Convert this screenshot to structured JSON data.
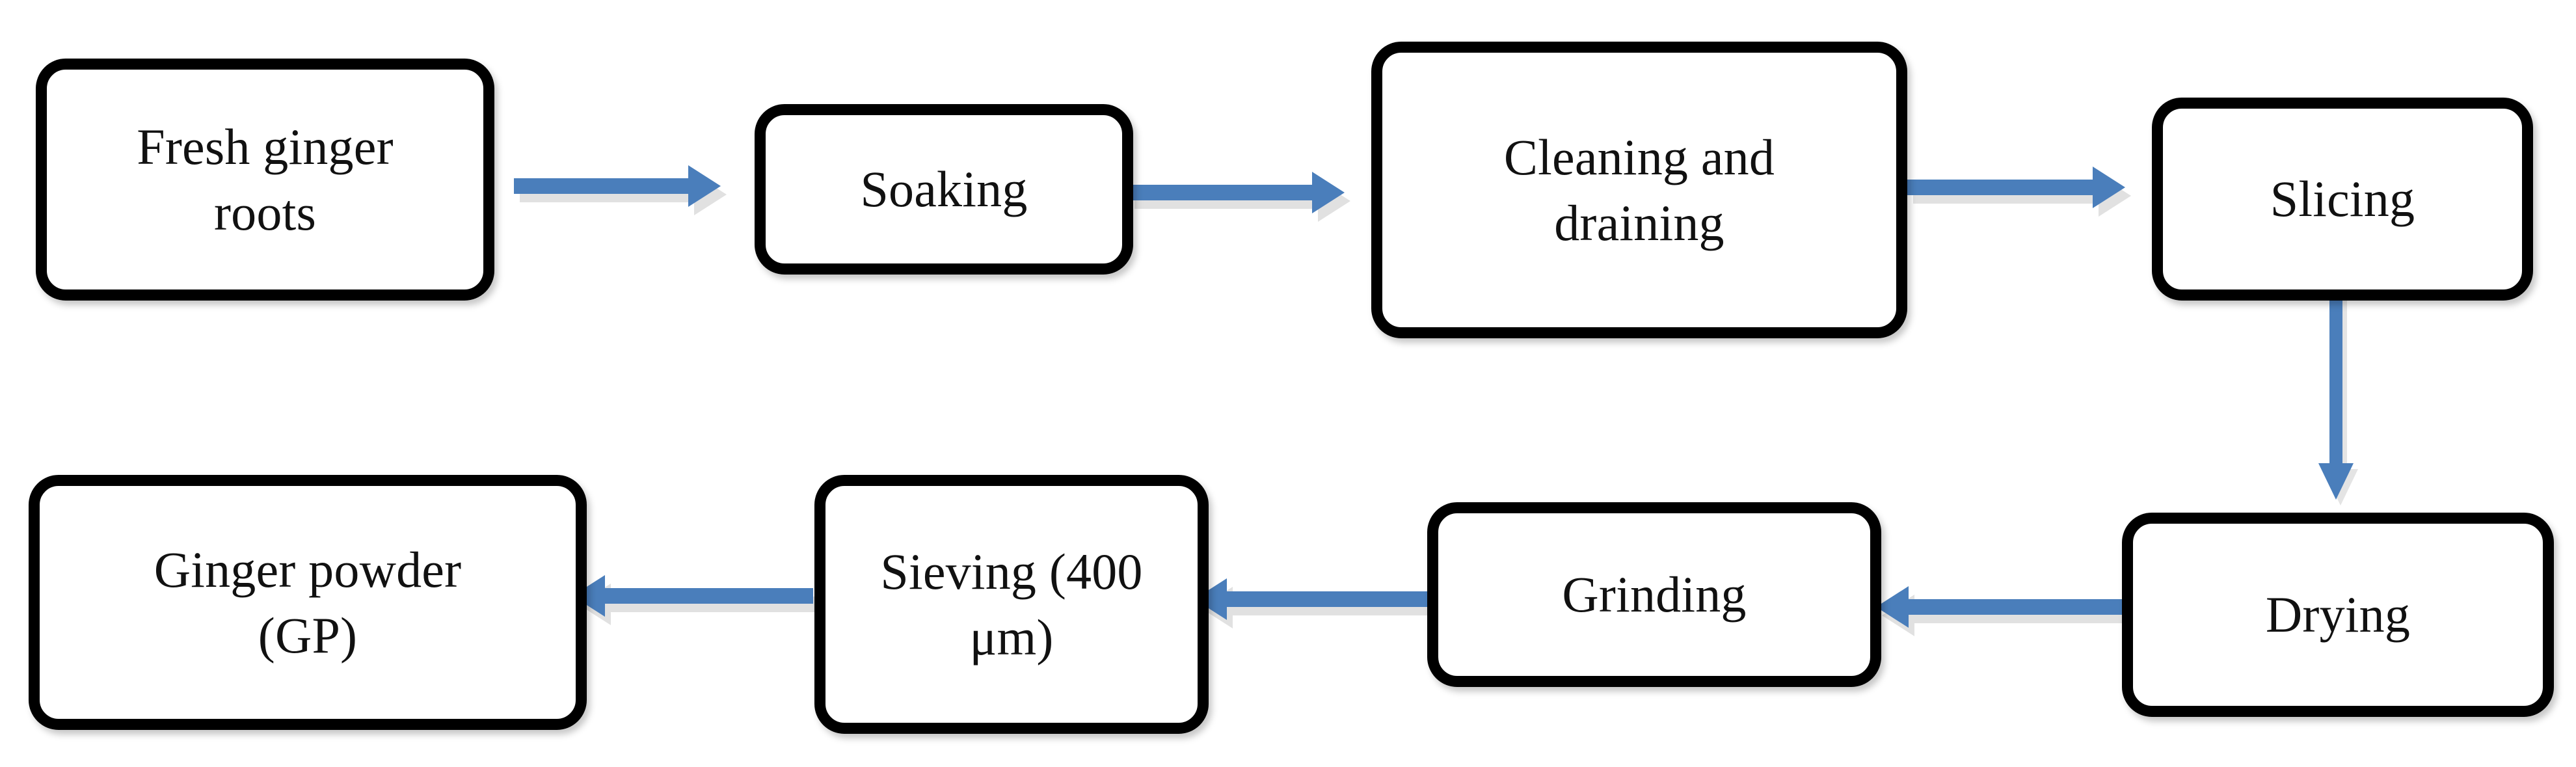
{
  "diagram": {
    "title": "Ginger powder production process flow",
    "background_color": "#ffffff",
    "node_border_color": "#000000",
    "node_fill_color": "#ffffff",
    "arrow_color": "#4A7EBB",
    "arrow_shadow_color": "#C9C9C9",
    "text_color": "#111111"
  },
  "nodes": [
    {
      "id": "fresh-ginger-roots",
      "label": "Fresh ginger\nroots",
      "line1": "Fresh ginger",
      "line2": "roots"
    },
    {
      "id": "soaking",
      "label": "Soaking",
      "line1": "Soaking",
      "line2": ""
    },
    {
      "id": "cleaning-and-draining",
      "label": "Cleaning and\ndraining",
      "line1": "Cleaning and",
      "line2": "draining"
    },
    {
      "id": "slicing",
      "label": "Slicing",
      "line1": "Slicing",
      "line2": ""
    },
    {
      "id": "drying",
      "label": "Drying",
      "line1": "Drying",
      "line2": ""
    },
    {
      "id": "grinding",
      "label": "Grinding",
      "line1": "Grinding",
      "line2": ""
    },
    {
      "id": "sieving",
      "label": "Sieving (400 μm)",
      "line1": "Sieving (400",
      "line2": "μm)"
    },
    {
      "id": "ginger-powder",
      "label": "Ginger powder\n(GP)",
      "line1": "Ginger powder",
      "line2": "(GP)"
    }
  ],
  "edges": [
    {
      "id": "edge-roots-to-soaking",
      "from": "fresh-ginger-roots",
      "to": "soaking",
      "direction": "right"
    },
    {
      "id": "edge-soaking-to-cleaning",
      "from": "soaking",
      "to": "cleaning-and-draining",
      "direction": "right"
    },
    {
      "id": "edge-cleaning-to-slicing",
      "from": "cleaning-and-draining",
      "to": "slicing",
      "direction": "right"
    },
    {
      "id": "edge-slicing-to-drying",
      "from": "slicing",
      "to": "drying",
      "direction": "down"
    },
    {
      "id": "edge-drying-to-grinding",
      "from": "drying",
      "to": "grinding",
      "direction": "left"
    },
    {
      "id": "edge-grinding-to-sieving",
      "from": "grinding",
      "to": "sieving",
      "direction": "left"
    },
    {
      "id": "edge-sieving-to-powder",
      "from": "sieving",
      "to": "ginger-powder",
      "direction": "left"
    }
  ]
}
